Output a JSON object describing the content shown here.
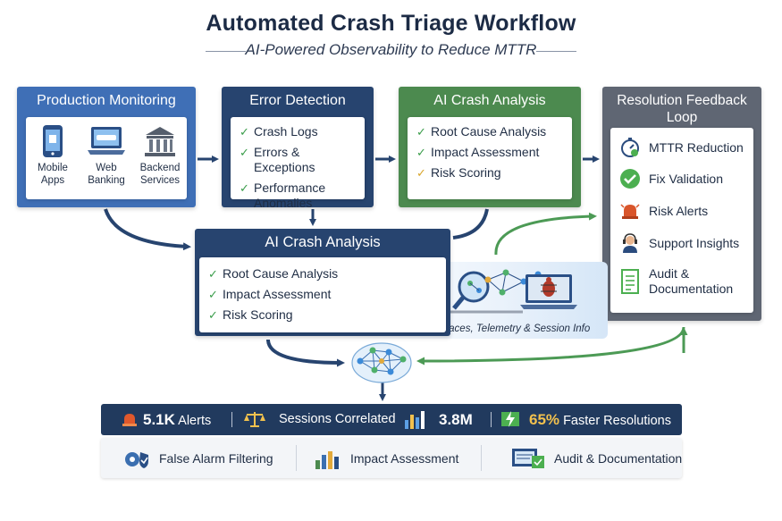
{
  "title": "Automated Crash Triage Workflow",
  "subtitle": "AI-Powered Observability to Reduce MTTR",
  "production_monitoring": {
    "title": "Production Monitoring",
    "items": [
      {
        "line1": "Mobile",
        "line2": "Apps",
        "icon": "mobile-phone-icon"
      },
      {
        "line1": "Web",
        "line2": "Banking",
        "icon": "laptop-icon"
      },
      {
        "line1": "Backend",
        "line2": "Services",
        "icon": "bank-building-icon"
      }
    ]
  },
  "error_detection": {
    "title": "Error Detection",
    "items": [
      "Crash Logs",
      "Errors & Exceptions",
      "Performance Anomalies"
    ]
  },
  "ai_crash_analysis_top": {
    "title": "AI Crash Analysis",
    "items": [
      "Root Cause Analysis",
      "Impact Assessment",
      "Risk Scoring"
    ]
  },
  "resolution_feedback": {
    "title_line1": "Resolution Feedback",
    "title_line2": "Loop",
    "items": [
      {
        "label": "MTTR Reduction",
        "icon": "stopwatch-icon"
      },
      {
        "label": "Fix Validation",
        "icon": "checkmark-circle-icon"
      },
      {
        "label": "Risk Alerts",
        "icon": "alarm-bell-icon"
      },
      {
        "label": "Support Insights",
        "icon": "support-agent-icon"
      },
      {
        "label_line1": "Audit &",
        "label_line2": "Documentation",
        "icon": "document-icon"
      }
    ]
  },
  "ai_crash_analysis_mid": {
    "title": "AI Crash Analysis",
    "items": [
      "Root Cause Analysis",
      "Impact Assessment",
      "Risk Scoring"
    ]
  },
  "callout": {
    "caption": "Crash Logs, Stack Traces, Telemetry & Session Info"
  },
  "stats_bar": {
    "alerts_value": "5.1K",
    "alerts_label": "Alerts",
    "sessions_label": "Sessions Correlated",
    "sessions_value": "3.8M",
    "faster_value": "65%",
    "faster_label": "Faster Resolutions"
  },
  "bottom_bar": {
    "items": [
      "False Alarm Filtering",
      "Impact Assessment",
      "Audit & Documentation"
    ]
  },
  "colors": {
    "production_monitoring": "#3f6fb6",
    "error_detection": "#27446f",
    "ai_crash_analysis": "#4c8a4f",
    "resolution_feedback": "#5f6673",
    "check_green": "#3a9d4a",
    "check_yellow": "#d8a52a",
    "highlight": "#f2c14e"
  }
}
